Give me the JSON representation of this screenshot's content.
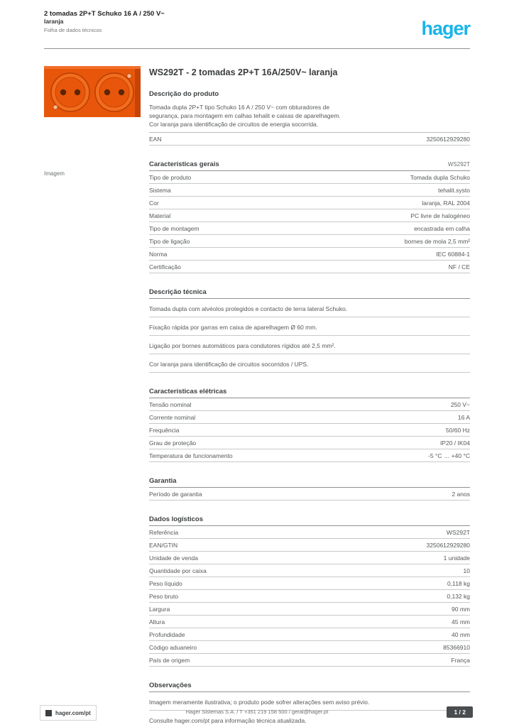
{
  "page": {
    "header": {
      "title_line1": "2 tomadas 2P+T Schuko 16 A / 250 V~",
      "title_line2": "laranja",
      "subtitle": "Folha de dados técnicos",
      "logo": "hager",
      "brand_color": "#1ab4e8"
    },
    "product": {
      "image_name": "tomada-dupla-schuko-laranja",
      "caption": "Imagem",
      "orange": "#e8560b"
    },
    "main": {
      "title": "WS292T - 2 tomadas 2P+T 16A/250V~ laranja",
      "description_heading": "Descrição do produto",
      "description_lines": [
        "Tomada dupla 2P+T tipo Schuko 16 A / 250 V~ com obturadores de",
        "segurança, para montagem em calhas tehalit e caixas de aparelhagem.",
        "Cor laranja para identificação de circuitos de energia socorrida."
      ],
      "ean_row": {
        "label": "EAN",
        "value": "3250612929280"
      }
    },
    "sections": [
      {
        "header": "Características gerais",
        "note": "WS292T",
        "rows": [
          {
            "label": "Tipo de produto",
            "value": "Tomada dupla Schuko"
          },
          {
            "label": "Sistema",
            "value": "tehalit.systo"
          },
          {
            "label": "Cor",
            "value": "laranja, RAL 2004"
          },
          {
            "label": "Material",
            "value": "PC livre de halogéneo"
          },
          {
            "label": "Tipo de montagem",
            "value": "encastrada em calha"
          },
          {
            "label": "Tipo de ligação",
            "value": "bornes de mola 2,5 mm²"
          },
          {
            "label": "Norma",
            "value": "IEC 60884-1"
          },
          {
            "label": "Certificação",
            "value": "NF / CE"
          }
        ],
        "paragraphs": []
      },
      {
        "header": "Descrição técnica",
        "note": "",
        "rows": [],
        "paragraphs": [
          "Tomada dupla com alvéolos protegidos e contacto de terra lateral Schuko.",
          "Fixação rápida por garras em caixa de aparelhagem Ø 60 mm.",
          "Ligação por bornes automáticos para condutores rígidos até 2,5 mm².",
          "Cor laranja para identificação de circuitos socorridos / UPS."
        ]
      },
      {
        "header": "Características elétricas",
        "note": "",
        "rows": [
          {
            "label": "Tensão nominal",
            "value": "250 V~"
          },
          {
            "label": "Corrente nominal",
            "value": "16 A"
          },
          {
            "label": "Frequência",
            "value": "50/60 Hz"
          },
          {
            "label": "Grau de proteção",
            "value": "IP20 / IK04"
          },
          {
            "label": "Temperatura de funcionamento",
            "value": "-5 °C … +40 °C"
          }
        ],
        "paragraphs": []
      },
      {
        "header": "Garantia",
        "note": "",
        "rows": [
          {
            "label": "Período de garantia",
            "value": "2 anos"
          }
        ],
        "paragraphs": []
      },
      {
        "header": "Dados logísticos",
        "note": "",
        "rows": [
          {
            "label": "Referência",
            "value": "WS292T"
          },
          {
            "label": "EAN/GTIN",
            "value": "3250612929280"
          },
          {
            "label": "Unidade de venda",
            "value": "1 unidade"
          },
          {
            "label": "Quantidade por caixa",
            "value": "10"
          },
          {
            "label": "Peso líquido",
            "value": "0,118 kg"
          },
          {
            "label": "Peso bruto",
            "value": "0,132 kg"
          },
          {
            "label": "Largura",
            "value": "90 mm"
          },
          {
            "label": "Altura",
            "value": "45 mm"
          },
          {
            "label": "Profundidade",
            "value": "40 mm"
          },
          {
            "label": "Código aduaneiro",
            "value": "85366910"
          },
          {
            "label": "País de origem",
            "value": "França"
          }
        ],
        "paragraphs": []
      },
      {
        "header": "Observações",
        "note": "",
        "rows": [],
        "paragraphs": [
          "Imagem meramente ilustrativa; o produto pode sofrer alterações sem aviso prévio.",
          "Consulte hager.com/pt para informação técnica atualizada."
        ]
      }
    ],
    "footer": {
      "site": "hager.com/pt",
      "company_line": "Hager Sistemas S.A. / T +351 219 158 500 / geral@hager.pt",
      "page_label": "1 / 2"
    }
  }
}
